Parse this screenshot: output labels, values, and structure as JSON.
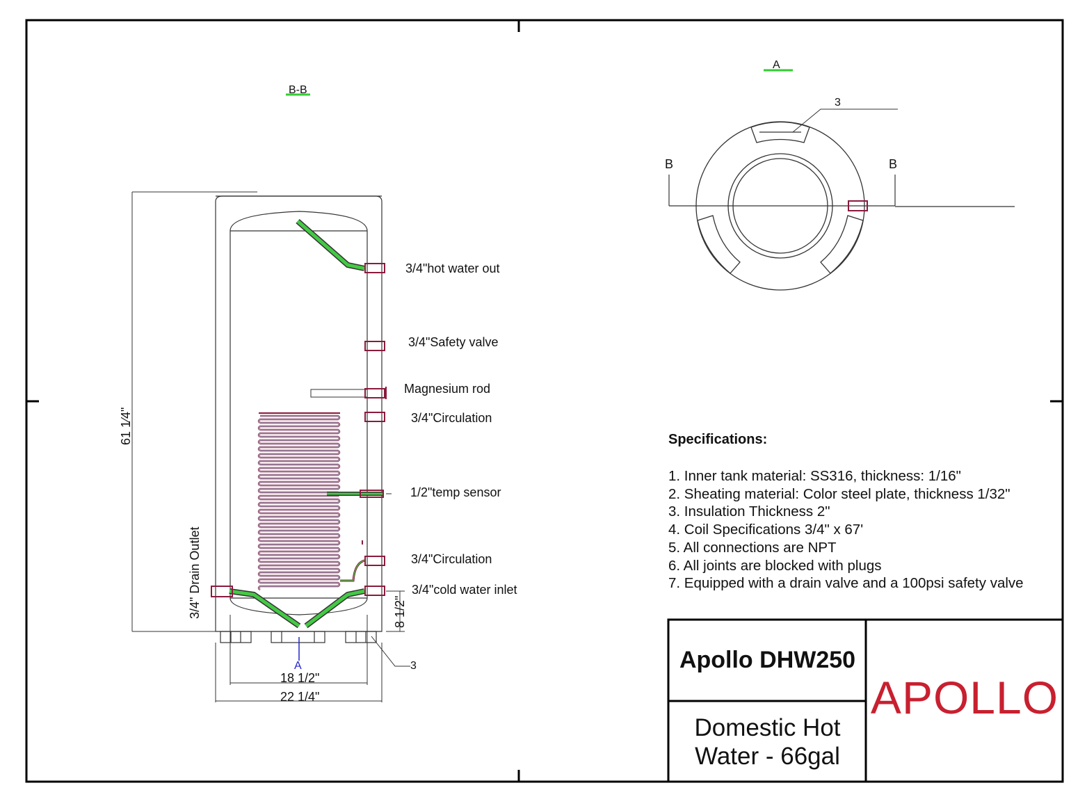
{
  "sections": {
    "section_bb": "B-B",
    "section_a": "A",
    "section_line_left": "B",
    "section_line_right": "B",
    "top_callout": "3",
    "bottom_callout": "3",
    "bottom_arrow_label": "A"
  },
  "connections": [
    {
      "label": "3/4\"hot water out"
    },
    {
      "label": "3/4\"Safety valve"
    },
    {
      "label": "Magnesium rod"
    },
    {
      "label": "3/4\"Circulation"
    },
    {
      "label": "1/2\"temp sensor"
    },
    {
      "label": "3/4\"Circulation"
    },
    {
      "label": "3/4\"cold water inlet"
    }
  ],
  "dimensions": {
    "height": "61 1⁄4\"",
    "drain": "3/4\" Drain Outlet",
    "inlet_height": "8 1/2\"",
    "inner_width": "18 1/2\"",
    "outer_width": "22 1/4\""
  },
  "specifications": {
    "title": "Specifications:",
    "items": [
      "1. Inner tank material: SS316, thickness: 1/16\"",
      "2. Sheating material: Color steel plate, thickness 1/32\"",
      "3. Insulation Thickness 2\"",
      "4. Coil Specifications 3/4\" x 67'",
      "5. All connections are NPT",
      "6. All joints are blocked with plugs",
      "7. Equipped with a drain valve and a 100psi safety valve"
    ]
  },
  "title_block": {
    "model": "Apollo DHW250",
    "description_line1": "Domestic Hot",
    "description_line2": "Water - 66gal",
    "brand": "APOLLO",
    "brand_color": "#c8202f"
  },
  "colors": {
    "fitting": "#8b1a3c",
    "pipe": "#44c944",
    "coil_outer": "#8b1a3c",
    "coil_inner": "#9fd0e8",
    "marker": "#33cc33",
    "arrow": "#2222cc"
  }
}
